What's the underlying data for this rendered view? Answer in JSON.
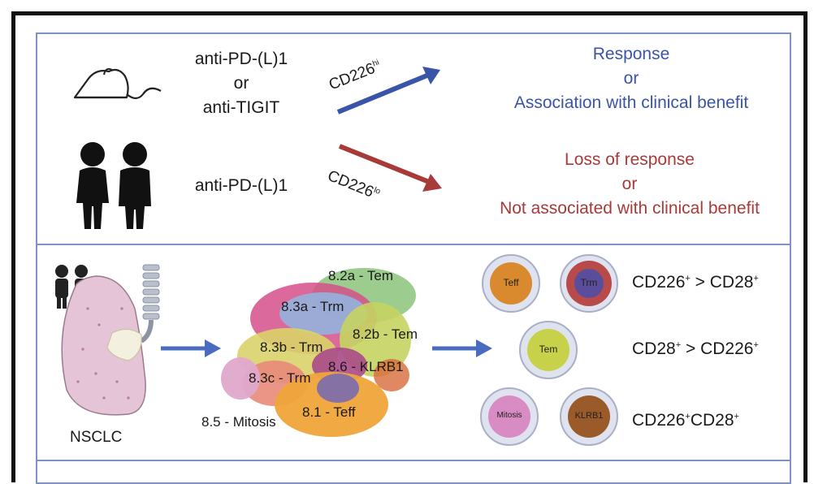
{
  "top": {
    "mouse_treatment": [
      "anti-PD-(L)1",
      "or",
      "anti-TIGIT"
    ],
    "human_treatment": "anti-PD-(L)1",
    "arrow_hi": {
      "label": "CD226",
      "sup": "hi",
      "color": "#3a55a8"
    },
    "arrow_lo": {
      "label": "CD226",
      "sup": "lo",
      "color": "#a83a3a"
    },
    "outcome_good": [
      "Response",
      "or",
      "Association with clinical benefit"
    ],
    "outcome_bad": [
      "Loss of response",
      "or",
      "Not associated with clinical benefit"
    ],
    "colors": {
      "good": "#3a55a8",
      "bad": "#a83a3a"
    }
  },
  "mid": {
    "tissue_label": "NSCLC",
    "clusters": [
      "8.2a - Tem",
      "8.3a - Trm",
      "8.2b - Tem",
      "8.3b - Trm",
      "8.6 - KLRB1",
      "8.3c - Trm",
      "8.1 - Teff",
      "8.5 - Mitosis"
    ],
    "cells": [
      {
        "label": "Teff",
        "color": "#d9892e"
      },
      {
        "label": "Trm",
        "color": "#5a4d9c",
        "ring": "#b84a4a"
      },
      {
        "label": "Tem",
        "color": "#c7d24a"
      },
      {
        "label": "Mitosis",
        "color": "#d98cc4"
      },
      {
        "label": "KLRB1",
        "color": "#9b5a2a"
      }
    ],
    "ratios": [
      {
        "a": "CD226",
        "a_sup": "+",
        "op": " > ",
        "b": "CD28",
        "b_sup": "+"
      },
      {
        "a": "CD28",
        "a_sup": "+",
        "op": " > ",
        "b": "CD226",
        "b_sup": "+"
      },
      {
        "a": "CD226",
        "a_sup": "+",
        "op": "",
        "b": "CD28",
        "b_sup": "+"
      }
    ],
    "arrow_color": "#4a6cc0"
  }
}
